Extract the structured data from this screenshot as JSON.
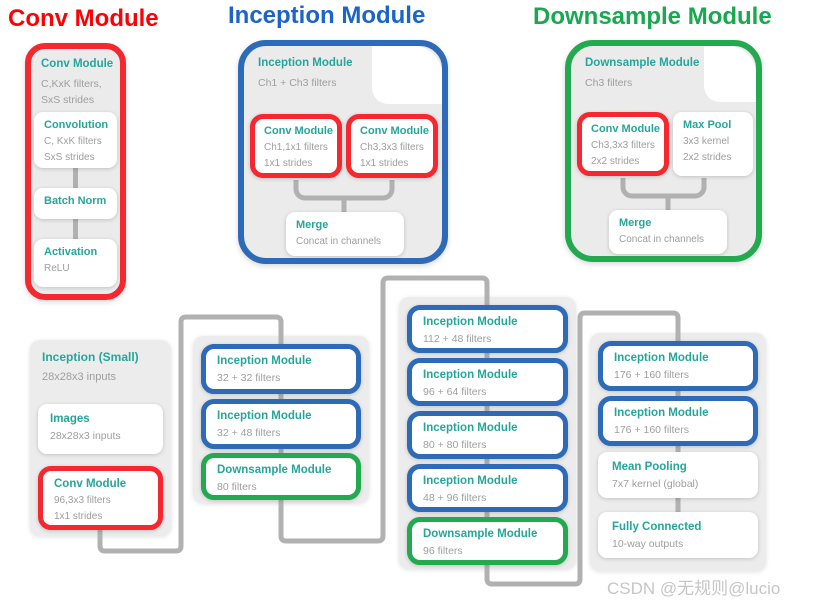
{
  "colors": {
    "red": "#f4282e",
    "blue": "#2d6ab7",
    "green": "#23aa50",
    "teal_card_title": "#26a69a",
    "muted_text": "#9e9e9e",
    "panel_bg": "#ececec",
    "connector": "#b1b1b1",
    "title_red": "#fb0207",
    "title_blue": "#1c64cb",
    "title_green": "#17a94e"
  },
  "headings": {
    "conv": "Conv Module",
    "inception": "Inception Module",
    "downsample": "Downsample Module"
  },
  "conv_module": {
    "header": {
      "title": "Conv Module",
      "line1": "C,KxK filters,",
      "line2": "SxS strides"
    },
    "convolution": {
      "title": "Convolution",
      "line1": "C, KxK filters",
      "line2": "SxS strides"
    },
    "batch_norm": {
      "title": "Batch Norm"
    },
    "activation": {
      "title": "Activation",
      "line1": "ReLU"
    }
  },
  "inception_module": {
    "header": {
      "title": "Inception Module",
      "line1": "Ch1 + Ch3 filters"
    },
    "branch1": {
      "title": "Conv Module",
      "line1": "Ch1,1x1 filters",
      "line2": "1x1 strides"
    },
    "branch2": {
      "title": "Conv Module",
      "line1": "Ch3,3x3 filters",
      "line2": "1x1 strides"
    },
    "merge": {
      "title": "Merge",
      "line1": "Concat in channels"
    }
  },
  "downsample_module": {
    "header": {
      "title": "Downsample Module",
      "line1": "Ch3 filters"
    },
    "branch1": {
      "title": "Conv Module",
      "line1": "Ch3,3x3 filters",
      "line2": "2x2 strides"
    },
    "branch2": {
      "title": "Max Pool",
      "line1": "3x3 kernel",
      "line2": "2x2 strides"
    },
    "merge": {
      "title": "Merge",
      "line1": "Concat in channels"
    }
  },
  "network": {
    "header": {
      "title": "Inception (Small)",
      "line1": "28x28x3 inputs"
    },
    "col1": [
      {
        "title": "Images",
        "line1": "28x28x3 inputs"
      },
      {
        "title": "Conv Module",
        "line1": "96,3x3 filters",
        "line2": "1x1 strides"
      }
    ],
    "col2": [
      {
        "title": "Inception Module",
        "line1": "32 + 32 filters"
      },
      {
        "title": "Inception Module",
        "line1": "32 + 48 filters"
      },
      {
        "title": "Downsample Module",
        "line1": "80 filters"
      }
    ],
    "col3": [
      {
        "title": "Inception Module",
        "line1": "112 + 48 filters"
      },
      {
        "title": "Inception Module",
        "line1": "96 + 64 filters"
      },
      {
        "title": "Inception Module",
        "line1": "80 + 80 filters"
      },
      {
        "title": "Inception Module",
        "line1": "48 + 96 filters"
      },
      {
        "title": "Downsample Module",
        "line1": "96 filters"
      }
    ],
    "col4": [
      {
        "title": "Inception Module",
        "line1": "176 + 160 filters"
      },
      {
        "title": "Inception Module",
        "line1": "176 + 160 filters"
      },
      {
        "title": "Mean Pooling",
        "line1": "7x7 kernel (global)"
      },
      {
        "title": "Fully Connected",
        "line1": "10-way outputs"
      }
    ]
  },
  "watermark": "CSDN @无规则@lucio"
}
